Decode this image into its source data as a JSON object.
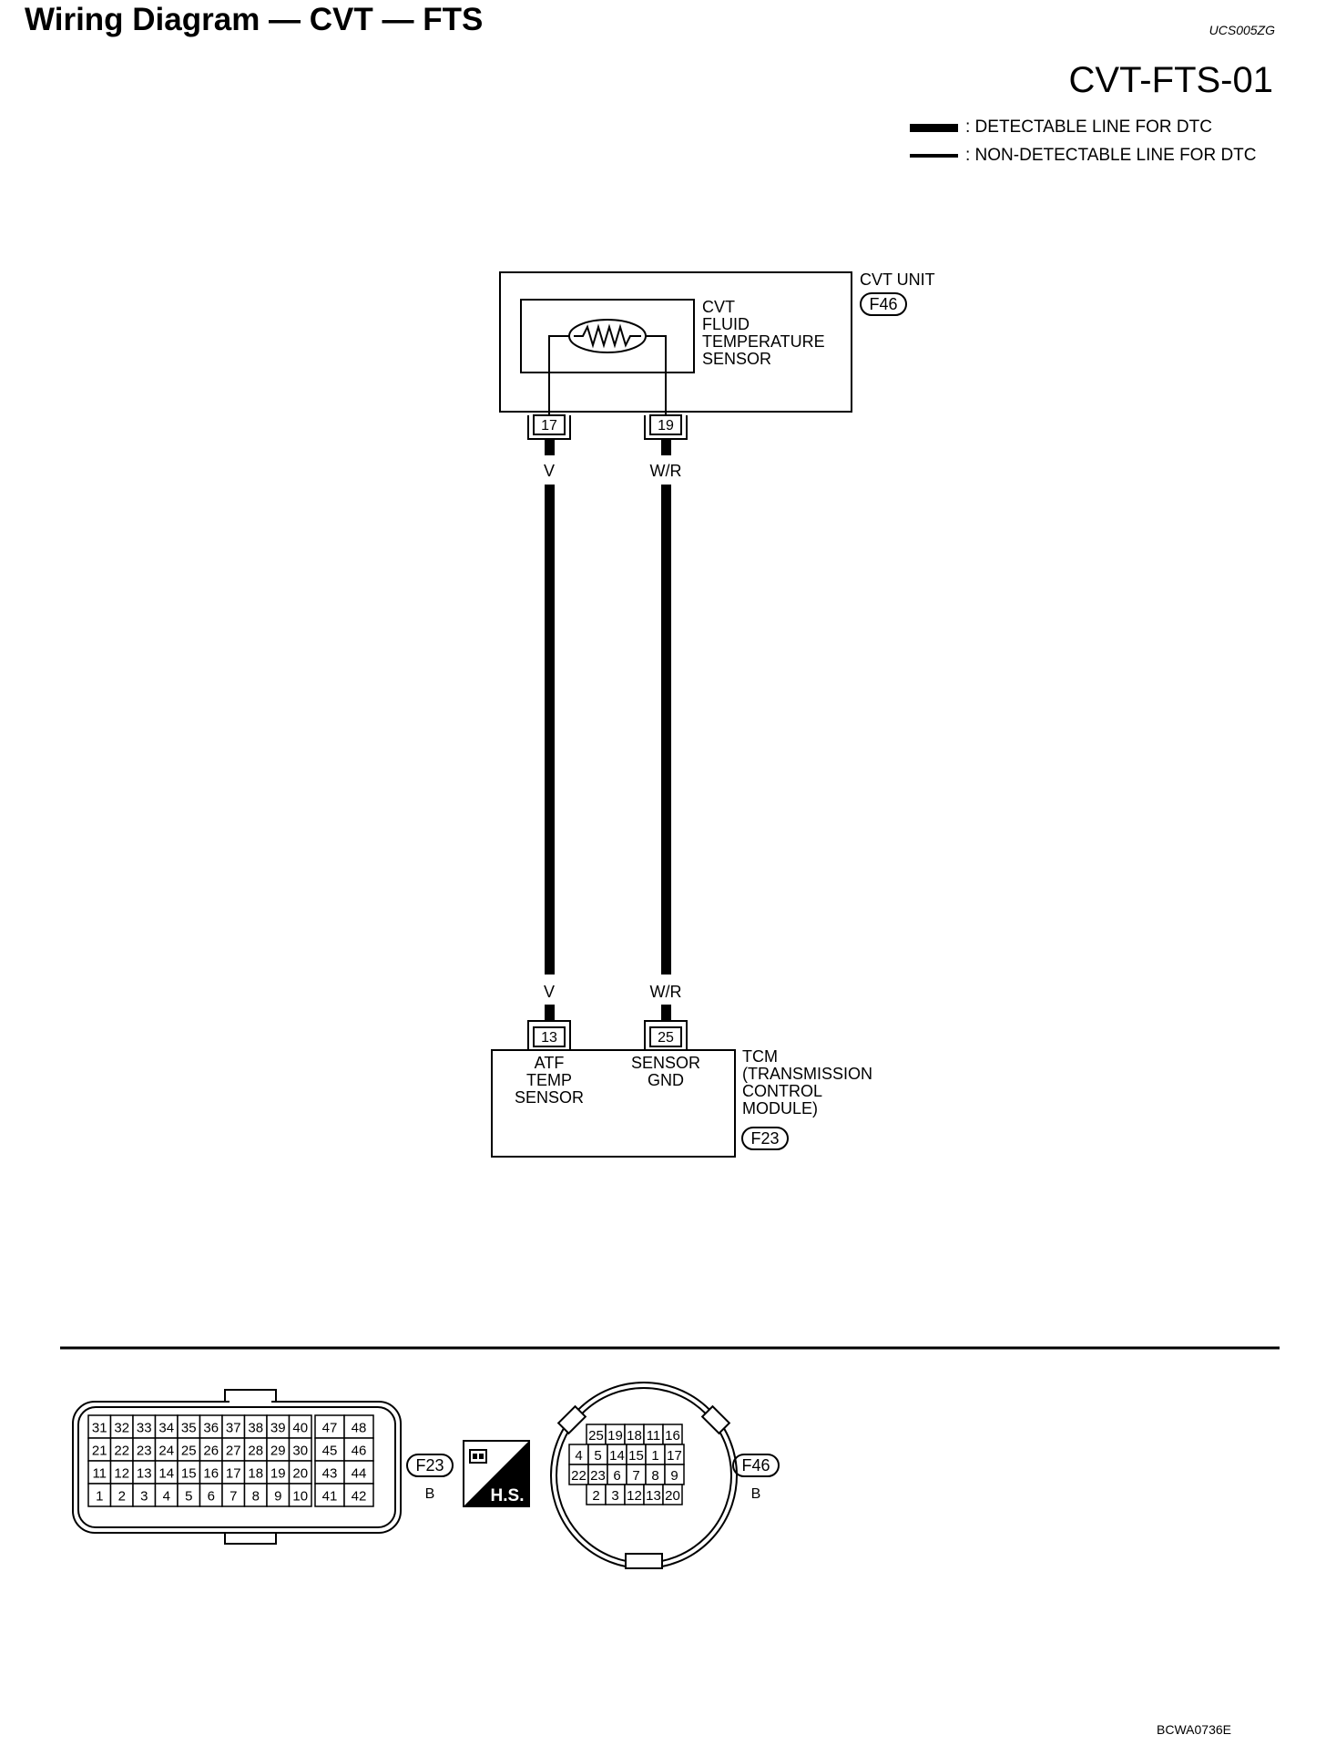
{
  "header": {
    "title": "Wiring Diagram — CVT — FTS",
    "doc_code": "UCS005ZG",
    "diagram_id": "CVT-FTS-01"
  },
  "legend": {
    "detectable": ": DETECTABLE LINE FOR DTC",
    "non_detectable": ": NON-DETECTABLE LINE FOR DTC"
  },
  "cvt_unit": {
    "name": "CVT UNIT",
    "connector": "F46",
    "sensor_lines": [
      "CVT",
      "FLUID",
      "TEMPERATURE",
      "SENSOR"
    ],
    "terminals": [
      "17",
      "19"
    ]
  },
  "wires": {
    "left_color": "V",
    "right_color": "W/R"
  },
  "tcm": {
    "name_lines": [
      "TCM",
      "(TRANSMISSION",
      "CONTROL",
      "MODULE)"
    ],
    "connector": "F23",
    "terminals": [
      "13",
      "25"
    ],
    "pin_left_lines": [
      "ATF",
      "TEMP",
      "SENSOR"
    ],
    "pin_right_lines": [
      "SENSOR",
      "GND"
    ]
  },
  "connector_views": {
    "f23": {
      "label": "F23",
      "color": "B",
      "rows": [
        [
          "31",
          "32",
          "33",
          "34",
          "35",
          "36",
          "37",
          "38",
          "39",
          "40",
          "47",
          "48"
        ],
        [
          "21",
          "22",
          "23",
          "24",
          "25",
          "26",
          "27",
          "28",
          "29",
          "30",
          "45",
          "46"
        ],
        [
          "11",
          "12",
          "13",
          "14",
          "15",
          "16",
          "17",
          "18",
          "19",
          "20",
          "43",
          "44"
        ],
        [
          "1",
          "2",
          "3",
          "4",
          "5",
          "6",
          "7",
          "8",
          "9",
          "10",
          "41",
          "42"
        ]
      ]
    },
    "hs_symbol": "H.S.",
    "f46": {
      "label": "F46",
      "color": "B",
      "rows": [
        [
          "25",
          "19",
          "18",
          "11",
          "16"
        ],
        [
          "4",
          "5",
          "14",
          "15",
          "1",
          "17"
        ],
        [
          "22",
          "23",
          "6",
          "7",
          "8",
          "9"
        ],
        [
          "2",
          "3",
          "12",
          "13",
          "20"
        ]
      ]
    }
  },
  "footer": {
    "code": "BCWA0736E"
  }
}
